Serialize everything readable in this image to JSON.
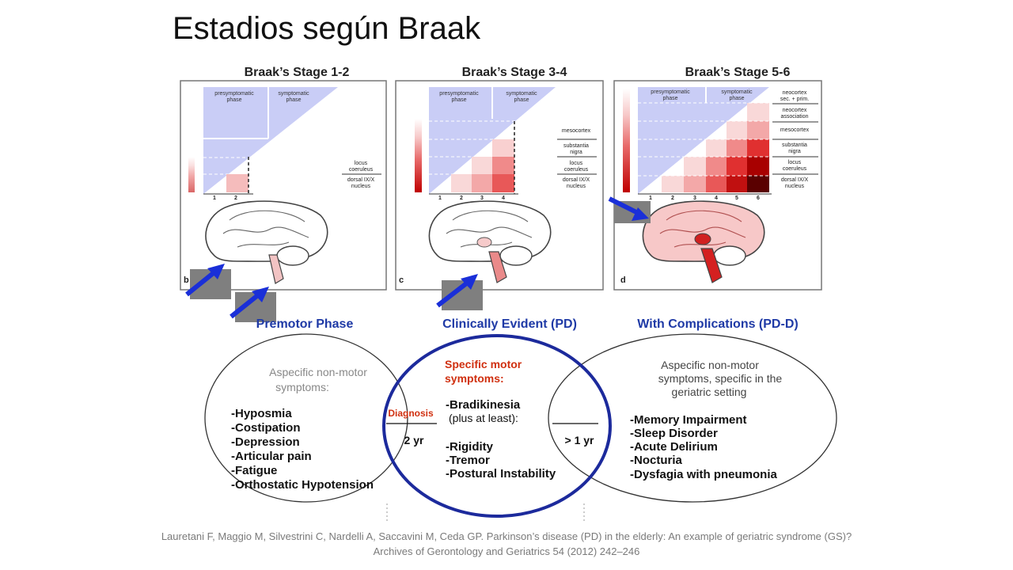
{
  "slide": {
    "title": "Estadios según Braak",
    "citation": "Lauretani F, Maggio M, Silvestrini C, Nardelli A, Saccavini M, Ceda GP. Parkinson’s disease (PD) in the elderly: An example of geriatric syndrome (GS)? Archives of Gerontology and Geriatrics 54 (2012) 242–246"
  },
  "panels": [
    {
      "stage_title": "Braak’s Stage 1-2",
      "letter": "b",
      "phase_pre": [
        "presymptomatic",
        "phase"
      ],
      "phase_sym": [
        "symptomatic",
        "phase"
      ],
      "side_labels": [
        [
          "locus",
          "coeruleus"
        ],
        [
          "dorsal IX/X",
          "nucleus"
        ]
      ],
      "stage_numbers": [
        "1",
        "2"
      ]
    },
    {
      "stage_title": "Braak’s Stage 3-4",
      "letter": "c",
      "phase_pre": [
        "presymptomatic",
        "phase"
      ],
      "phase_sym": [
        "symptomatic",
        "phase"
      ],
      "side_labels": [
        [
          "mesocortex"
        ],
        [
          "substantia",
          "nigra"
        ],
        [
          "locus",
          "coeruleus"
        ],
        [
          "dorsal IX/X",
          "nucleus"
        ]
      ],
      "stage_numbers": [
        "1",
        "2",
        "3",
        "4"
      ]
    },
    {
      "stage_title": "Braak’s Stage 5-6",
      "letter": "d",
      "phase_pre": [
        "presymptomatic",
        "phase"
      ],
      "phase_sym": [
        "symptomatic",
        "phase"
      ],
      "side_labels": [
        [
          "neocortex",
          "sec. + prim."
        ],
        [
          "neocortex",
          "association"
        ],
        [
          "mesocortex"
        ],
        [
          "substantia",
          "nigra"
        ],
        [
          "locus",
          "coeruleus"
        ],
        [
          "dorsal IX/X",
          "nucleus"
        ]
      ],
      "stage_numbers": [
        "1",
        "2",
        "3",
        "4",
        "5",
        "6"
      ]
    }
  ],
  "phases": {
    "premotor": "Premotor Phase",
    "clinical": "Clinically Evident (PD)",
    "complications": "With Complications (PD-D)"
  },
  "left_circle": {
    "heading": [
      "Aspecific non-motor",
      "symptoms:"
    ],
    "items": [
      "-Hyposmia",
      "-Costipation",
      "-Depression",
      "-Articular pain",
      "-Fatigue",
      "-Orthostatic Hypotension"
    ]
  },
  "center_circle": {
    "heading": [
      "Specific motor",
      "symptoms:"
    ],
    "brad": "-Bradikinesia",
    "brad_note": "(plus at least):",
    "items": [
      "-Rigidity",
      "-Tremor",
      "-Postural Instability"
    ]
  },
  "right_circle": {
    "heading": [
      "Aspecific non-motor",
      "symptoms, specific in the",
      "geriatric setting"
    ],
    "items": [
      "-Memory Impairment",
      "-Sleep Disorder",
      "-Acute Delirium",
      "-Nocturia",
      "-Dysfagia with pneumonia"
    ]
  },
  "diagnosis": {
    "label": "Diagnosis",
    "left_interval": "2 yr",
    "right_interval": "> 1 yr"
  },
  "colors": {
    "phase_blue": "#c9cdf6",
    "lightest_red": "#f9d8d8",
    "arrow_blue": "#1a2fd8",
    "circle_blue": "#1c2a9c",
    "phase_heading": "#1f3aa6",
    "accent_red": "#d03010"
  }
}
